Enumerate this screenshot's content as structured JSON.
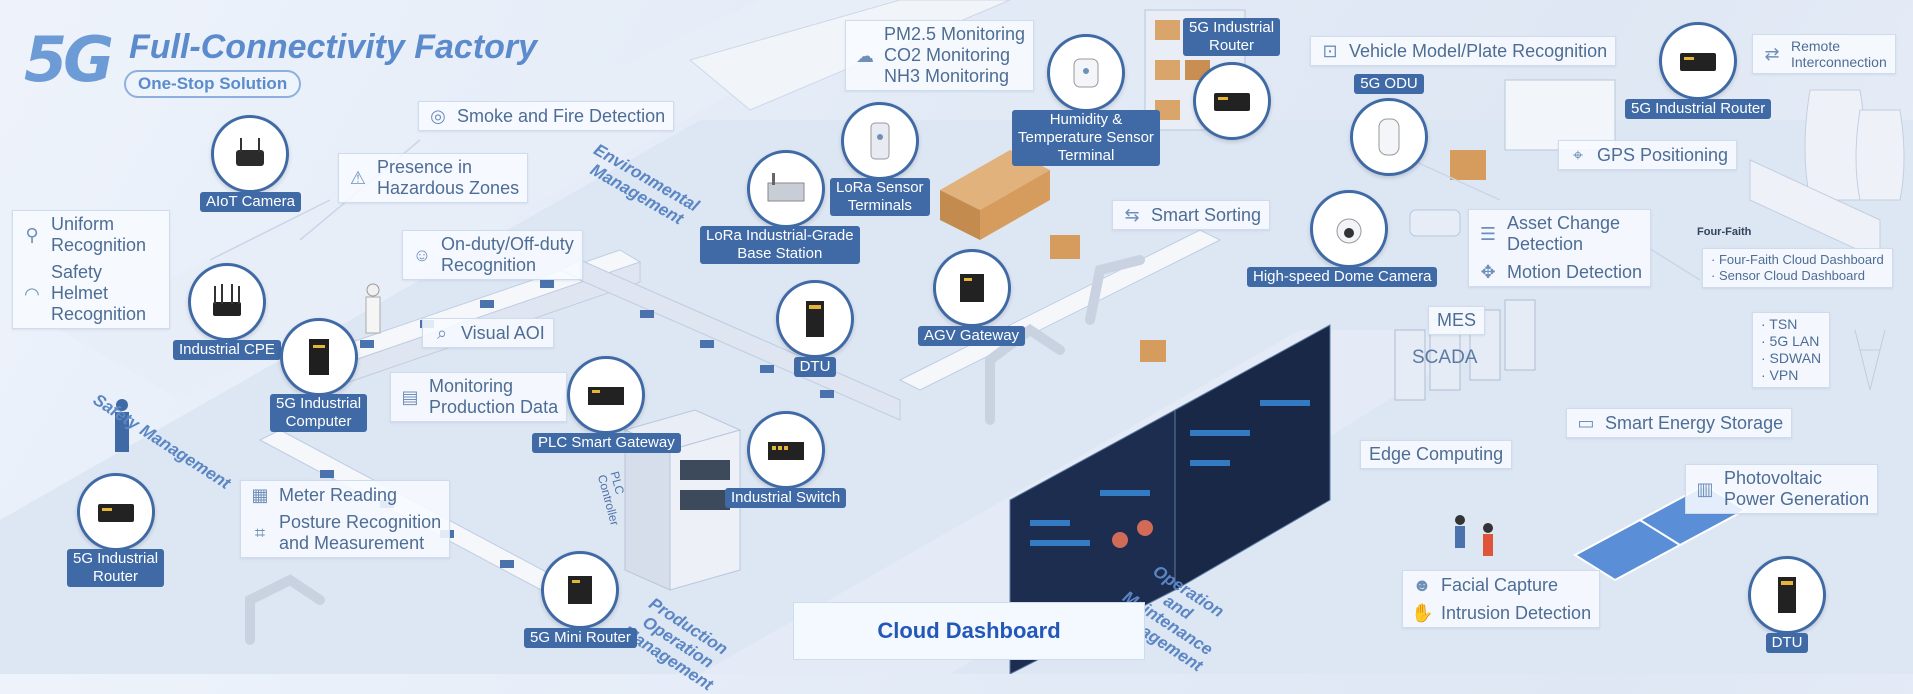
{
  "brand": {
    "logo_text": "5G",
    "title": "Full-Connectivity Factory",
    "subtitle": "One-Stop Solution"
  },
  "colors": {
    "accent": "#3f6aa6",
    "light_text": "#4e6d95",
    "zone_text": "#5b86c4",
    "cloud_dashboard": "#2357b8"
  },
  "cards": {
    "smoke_fire": {
      "icon": "smoke-detector-icon",
      "label": "Smoke and Fire Detection"
    },
    "hazard_zones": {
      "icon": "warning-icon",
      "label": "Presence in\nHazardous Zones"
    },
    "env_monitoring": {
      "icon": "cloud-icon",
      "label": "PM2.5 Monitoring\nCO2 Monitoring\nNH3 Monitoring"
    },
    "uniform": {
      "icon": "person-icon",
      "label": "Uniform\nRecognition"
    },
    "helmet": {
      "icon": "helmet-icon",
      "label": "Safety\nHelmet\nRecognition"
    },
    "duty": {
      "icon": "id-badge-icon",
      "label": "On-duty/Off-duty\nRecognition"
    },
    "visual_aoi": {
      "icon": "magnifier-icon",
      "label": "Visual AOI"
    },
    "prod_data": {
      "icon": "chart-icon",
      "label": "Monitoring\nProduction Data"
    },
    "meter": {
      "icon": "meter-icon",
      "label": "Meter Reading"
    },
    "posture": {
      "icon": "nodes-icon",
      "label": "Posture Recognition\nand Measurement"
    },
    "smart_sorting": {
      "icon": "sorting-icon",
      "label": "Smart Sorting"
    },
    "vehicle": {
      "icon": "ai-icon",
      "label": "Vehicle Model/Plate Recognition"
    },
    "remote": {
      "icon": "remote-icon",
      "label": "Remote\nInterconnection"
    },
    "gps": {
      "icon": "location-icon",
      "label": "GPS Positioning"
    },
    "asset": {
      "icon": "database-icon",
      "label": "Asset Change\nDetection"
    },
    "motion": {
      "icon": "move-icon",
      "label": "Motion Detection"
    },
    "cloud_list": {
      "label": "· Four-Faith Cloud Dashboard\n· Sensor Cloud Dashboard"
    },
    "network_list": {
      "label": "· TSN\n· 5G LAN\n· SDWAN\n· VPN"
    },
    "mes": {
      "label": "MES"
    },
    "energy": {
      "icon": "battery-icon",
      "label": "Smart Energy Storage"
    },
    "edge": {
      "label": "Edge Computing"
    },
    "pv": {
      "icon": "solar-panel-icon",
      "label": "Photovoltaic\nPower Generation"
    },
    "facial": {
      "icon": "face-icon",
      "label": "Facial Capture"
    },
    "intrusion": {
      "icon": "intruder-icon",
      "label": "Intrusion Detection"
    }
  },
  "devices": {
    "aiot_camera": "AIoT Camera",
    "industrial_cpe": "Industrial CPE",
    "industrial_computer": "5G Industrial\nComputer",
    "router_left": "5G Industrial\nRouter",
    "lora_sensor": "LoRa Sensor\nTerminals",
    "lora_base": "LoRa Industrial-Grade\nBase Station",
    "dtu_mid": "DTU",
    "plc_gateway": "PLC Smart Gateway",
    "industrial_switch": "Industrial Switch",
    "mini_router": "5G Mini Router",
    "humidity": "Humidity &\nTemperature Sensor\nTerminal",
    "router_top": "5G Industrial\nRouter",
    "odu": "5G ODU",
    "dome_camera": "High-speed Dome Camera",
    "agv": "AGV Gateway",
    "router_right": "5G Industrial Router",
    "dtu_right": "DTU"
  },
  "zones": {
    "safety": "Safety Management",
    "environment": "Environmental\nManagement",
    "production": "Production\nOperation\nManagement",
    "om": "Operation\nand\nMaintenance\nManagement"
  },
  "labels": {
    "scada": "SCADA",
    "plc": "PLC\nController",
    "four_faith": "Four-Faith",
    "cloud_dashboard": "Cloud Dashboard"
  }
}
